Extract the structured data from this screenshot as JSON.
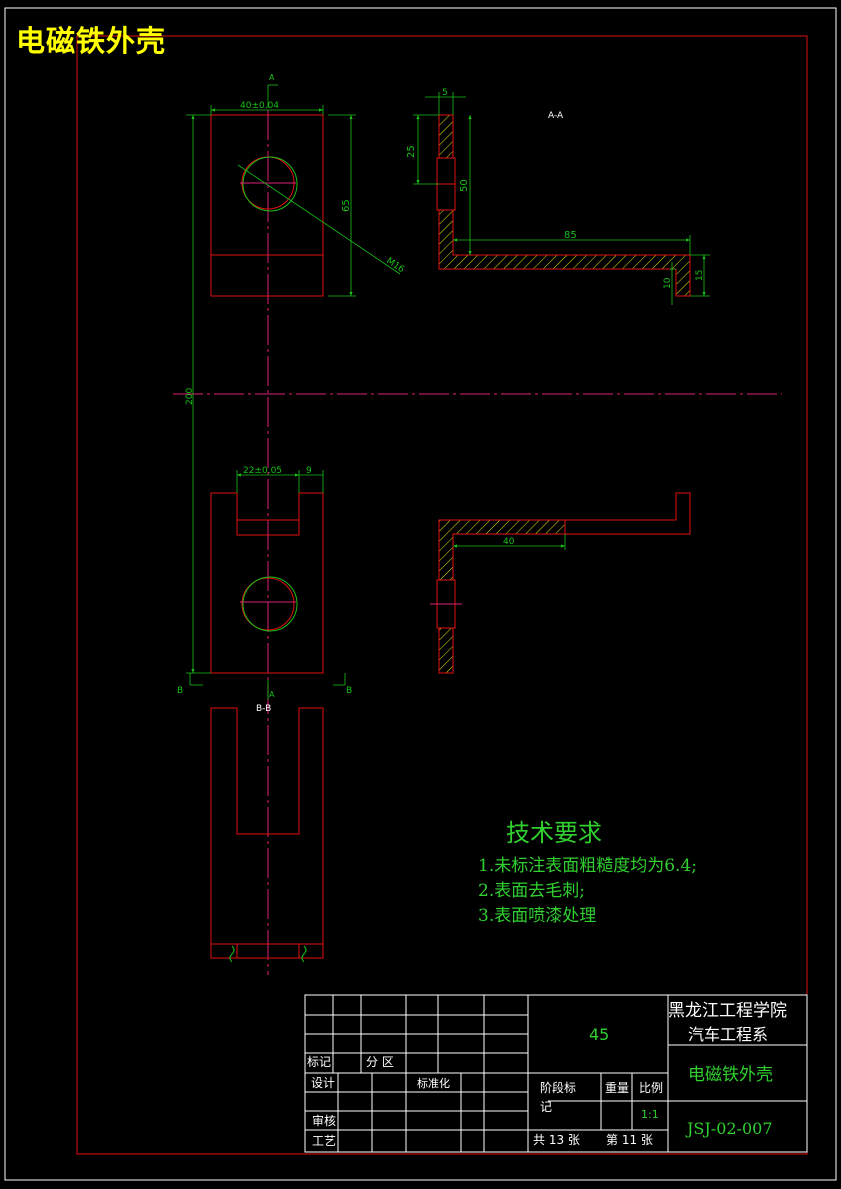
{
  "title": "电磁铁外壳",
  "colors": {
    "background": "#000000",
    "frame": "#ffffff",
    "border": "#e01010",
    "outline": "#e01010",
    "dimension": "#18c018",
    "centerline": "#e0207a",
    "title": "#ffff00",
    "table_text": "#ffffff",
    "table_green": "#30d030"
  },
  "views": {
    "section_aa_label": "A-A",
    "section_bb_label": "B-B",
    "cut_a_top": "A",
    "cut_a_bottom": "A",
    "cut_b_left": "B",
    "cut_b_right": "B"
  },
  "dimensions": {
    "width_top": "40±0.04",
    "height_65": "65",
    "thread": "M16",
    "total_200": "200",
    "slot_width": "22±0.05",
    "lug_9": "9",
    "thick_5": "5",
    "d25": "25",
    "d50": "50",
    "d85": "85",
    "d15": "15",
    "d10": "10",
    "d40": "40"
  },
  "tech_requirements": {
    "heading": "技术要求",
    "items": [
      "1.未标注表面粗糙度均为6.4;",
      "2.表面去毛刺;",
      "3.表面喷漆处理"
    ]
  },
  "title_block": {
    "material": "45",
    "school": "黑龙江工程学院",
    "department": "汽车工程系",
    "part_name": "电磁铁外壳",
    "drawing_no": "JSJ-02-007",
    "labels": {
      "biaoji": "标记",
      "fenqu": "分  区",
      "sheji": "设计",
      "biaozhunhua": "标准化",
      "shenhe": "审核",
      "gongyi": "工艺",
      "jieduan": "阶段标",
      "ji": "记",
      "zhongliang": "重量",
      "bili": "比例",
      "scale": "1:1",
      "sheet_total": "共 13 张",
      "sheet_no": "第 11 张"
    }
  }
}
